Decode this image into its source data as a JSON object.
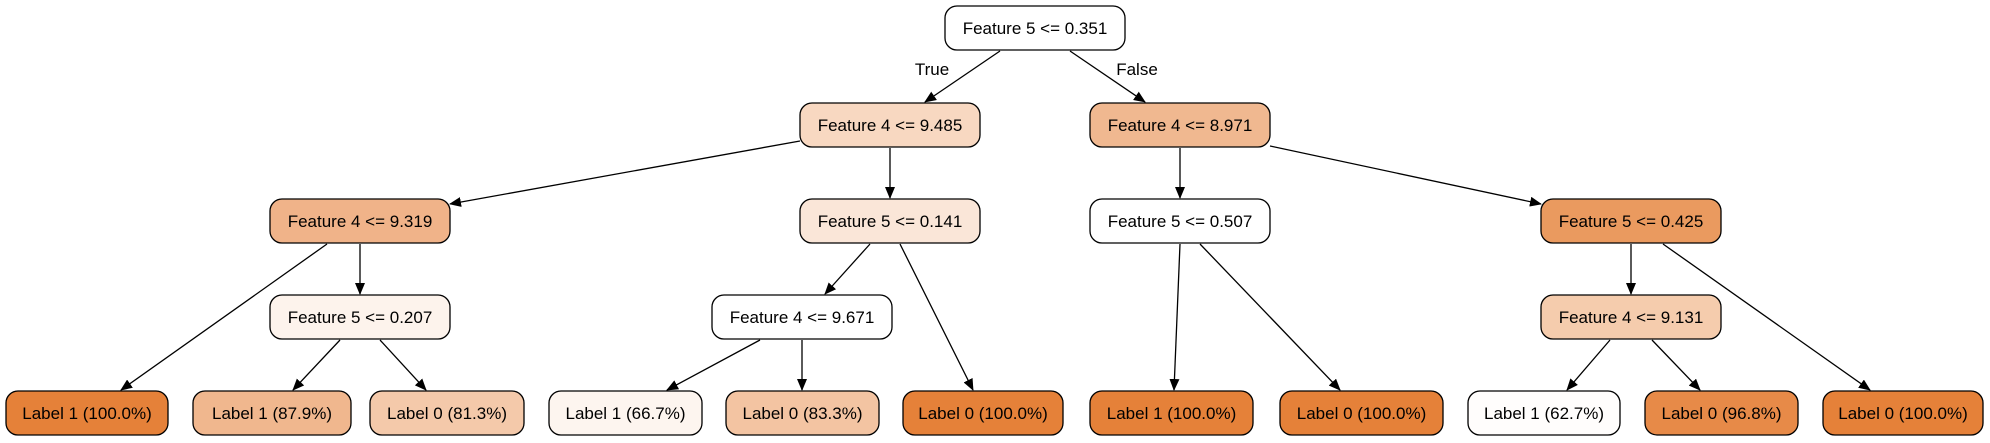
{
  "nodes": [
    {
      "id": "n0",
      "label": "Feature 5 <= 0.351",
      "fill": "#ffffff"
    },
    {
      "id": "n1",
      "label": "Feature 4 <= 9.485",
      "fill": "#f8d8c1"
    },
    {
      "id": "n2",
      "label": "Feature 4 <= 8.971",
      "fill": "#f0b890"
    },
    {
      "id": "n3",
      "label": "Feature 4 <= 9.319",
      "fill": "#f0b389"
    },
    {
      "id": "n4",
      "label": "Feature 5 <= 0.141",
      "fill": "#fae6d8"
    },
    {
      "id": "n5",
      "label": "Feature 5 <= 0.507",
      "fill": "#ffffff"
    },
    {
      "id": "n6",
      "label": "Feature 5 <= 0.425",
      "fill": "#ea9a5f"
    },
    {
      "id": "n7",
      "label": "Feature 5 <= 0.207",
      "fill": "#fdf3ec"
    },
    {
      "id": "n8",
      "label": "Feature 4 <= 9.671",
      "fill": "#ffffff"
    },
    {
      "id": "n9",
      "label": "Feature 4 <= 9.131",
      "fill": "#f5ccad"
    },
    {
      "id": "l0",
      "label": "Label 1 (100.0%)",
      "fill": "#e58139"
    },
    {
      "id": "l1",
      "label": "Label 1 (87.9%)",
      "fill": "#f0b78e"
    },
    {
      "id": "l2",
      "label": "Label 0 (81.3%)",
      "fill": "#f4c9aa"
    },
    {
      "id": "l3",
      "label": "Label 1 (66.7%)",
      "fill": "#fdf5ef"
    },
    {
      "id": "l4",
      "label": "Label 0 (83.3%)",
      "fill": "#f3c4a2"
    },
    {
      "id": "l5",
      "label": "Label 0 (100.0%)",
      "fill": "#e58139"
    },
    {
      "id": "l6",
      "label": "Label 1 (100.0%)",
      "fill": "#e58139"
    },
    {
      "id": "l7",
      "label": "Label 0 (100.0%)",
      "fill": "#e58139"
    },
    {
      "id": "l8",
      "label": "Label 1 (62.7%)",
      "fill": "#fffdfc"
    },
    {
      "id": "l9",
      "label": "Label 0 (96.8%)",
      "fill": "#e78a48"
    },
    {
      "id": "l10",
      "label": "Label 0 (100.0%)",
      "fill": "#e58139"
    }
  ],
  "edges": [
    {
      "from": "n0",
      "to": "n1",
      "label": "True"
    },
    {
      "from": "n0",
      "to": "n2",
      "label": "False"
    },
    {
      "from": "n1",
      "to": "n3",
      "label": ""
    },
    {
      "from": "n1",
      "to": "n4",
      "label": ""
    },
    {
      "from": "n2",
      "to": "n5",
      "label": ""
    },
    {
      "from": "n2",
      "to": "n6",
      "label": ""
    },
    {
      "from": "n3",
      "to": "l0",
      "label": ""
    },
    {
      "from": "n3",
      "to": "n7",
      "label": ""
    },
    {
      "from": "n7",
      "to": "l1",
      "label": ""
    },
    {
      "from": "n7",
      "to": "l2",
      "label": ""
    },
    {
      "from": "n4",
      "to": "n8",
      "label": ""
    },
    {
      "from": "n4",
      "to": "l5",
      "label": ""
    },
    {
      "from": "n8",
      "to": "l3",
      "label": ""
    },
    {
      "from": "n8",
      "to": "l4",
      "label": ""
    },
    {
      "from": "n5",
      "to": "l6",
      "label": ""
    },
    {
      "from": "n5",
      "to": "l7",
      "label": ""
    },
    {
      "from": "n6",
      "to": "n9",
      "label": ""
    },
    {
      "from": "n6",
      "to": "l10",
      "label": ""
    },
    {
      "from": "n9",
      "to": "l8",
      "label": ""
    },
    {
      "from": "n9",
      "to": "l9",
      "label": ""
    }
  ]
}
